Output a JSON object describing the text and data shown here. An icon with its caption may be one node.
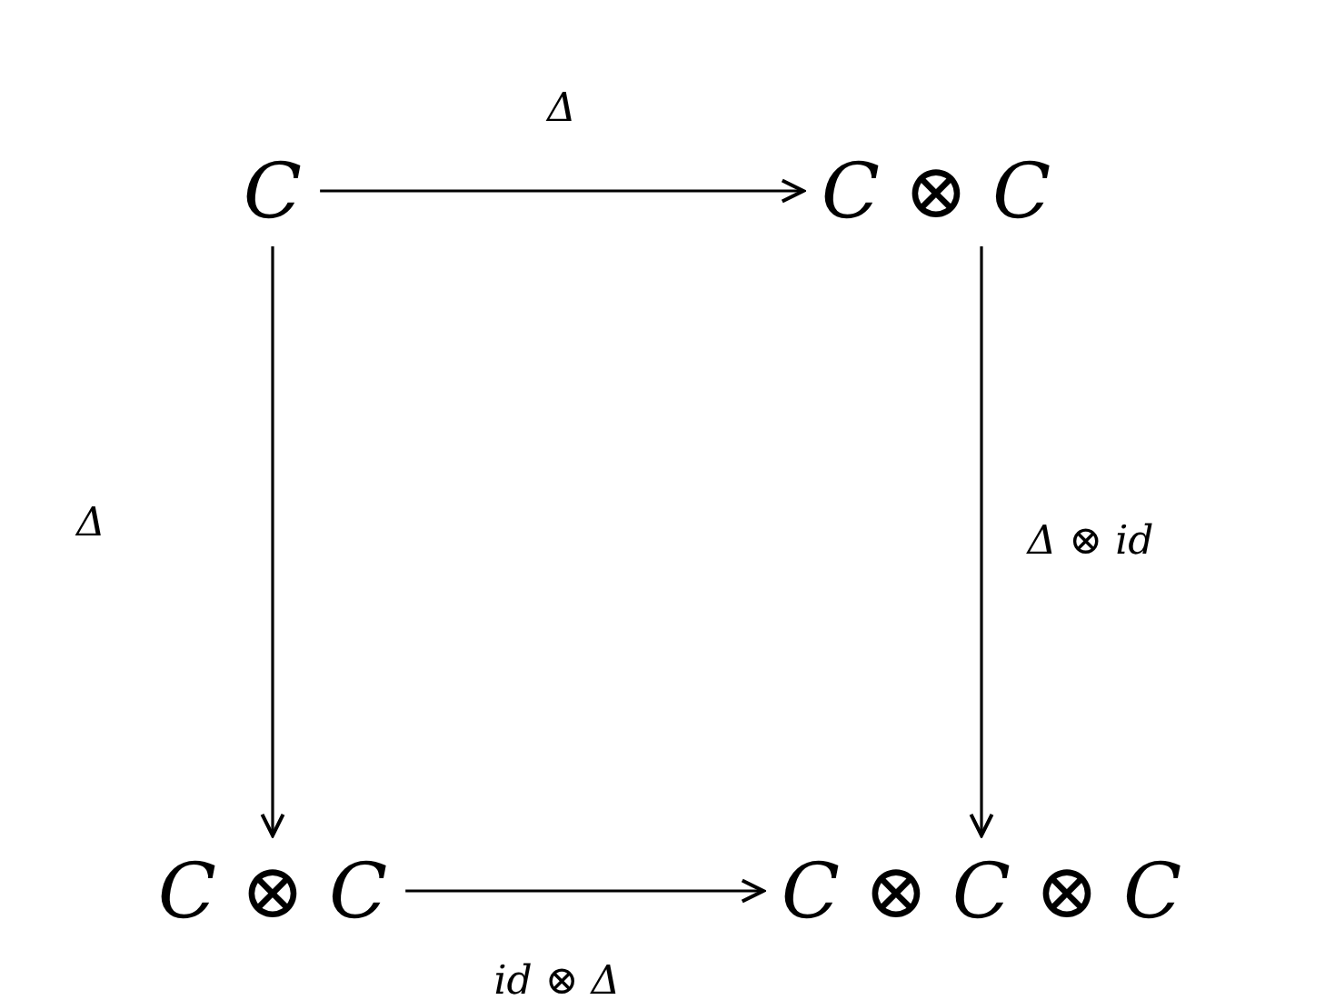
{
  "diagram": {
    "nodes": [
      {
        "text": [
          "C"
        ]
      },
      {
        "text": [
          "C ⊗ C"
        ]
      },
      {
        "text": [
          "C ⊗ C"
        ]
      },
      {
        "text": [
          "C ⊗ C ⊗ C"
        ]
      }
    ],
    "edges": [
      {
        "from": 0,
        "to": 1,
        "arrow": "to",
        "label": "Δ"
      },
      {
        "from": 1,
        "to": 3,
        "arrow": "to",
        "label": "Δ ⊗ id"
      },
      {
        "from": 0,
        "to": 2,
        "arrow": "to",
        "label": "Δ"
      },
      {
        "from": 2,
        "to": 3,
        "arrow": "to",
        "label": "id ⊗ Δ"
      }
    ]
  }
}
